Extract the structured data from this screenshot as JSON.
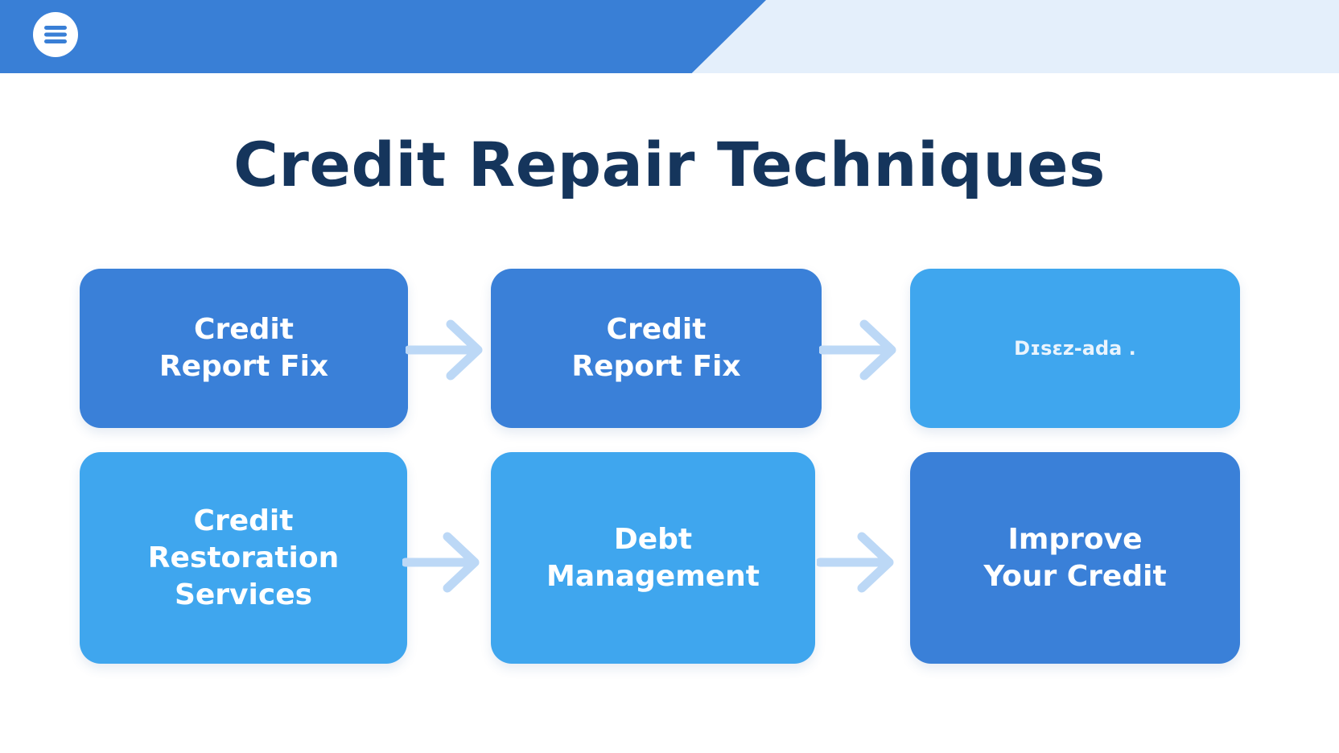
{
  "header": {
    "menu_icon": "hamburger-menu-icon",
    "colors": {
      "banner_dark": "#397fd6",
      "banner_light": "#e4effb"
    }
  },
  "title": "Credit Repair Techniques",
  "colors": {
    "title": "#15355c",
    "card_dark": "#3a80d8",
    "card_light": "#3fa6ee",
    "arrow": "#bcd8f6"
  },
  "rows": [
    {
      "cards": [
        {
          "label": "Credit\nReport Fix",
          "style": "dark"
        },
        {
          "label": "Credit\nReport Fix",
          "style": "dark"
        },
        {
          "label": "Dɪsɛz-ada .",
          "style": "light"
        }
      ]
    },
    {
      "cards": [
        {
          "label": "Credit\nRestoration\nServices",
          "style": "light"
        },
        {
          "label": "Debt\nManagement",
          "style": "light"
        },
        {
          "label": "Improve\nYour Credit",
          "style": "dark"
        }
      ]
    }
  ],
  "arrows": [
    {
      "icon": "arrow-right-icon"
    },
    {
      "icon": "arrow-right-icon"
    },
    {
      "icon": "arrow-right-icon"
    },
    {
      "icon": "arrow-right-icon"
    }
  ]
}
